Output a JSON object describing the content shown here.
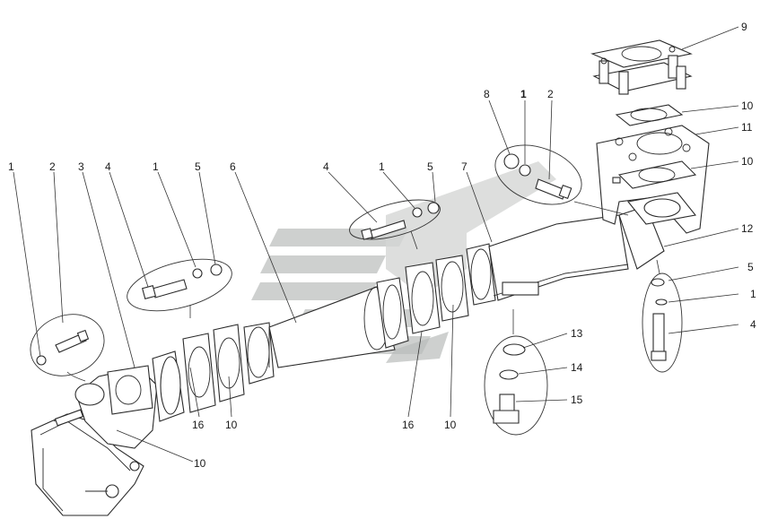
{
  "figure": {
    "callouts": [
      {
        "id": "c1a",
        "text": "1"
      },
      {
        "id": "c2a",
        "text": "2"
      },
      {
        "id": "c3",
        "text": "3"
      },
      {
        "id": "c4a",
        "text": "4"
      },
      {
        "id": "c1b",
        "text": "1"
      },
      {
        "id": "c5a",
        "text": "5"
      },
      {
        "id": "c6",
        "text": "6"
      },
      {
        "id": "c4b",
        "text": "4"
      },
      {
        "id": "c1c",
        "text": "1"
      },
      {
        "id": "c5b",
        "text": "5"
      },
      {
        "id": "c7",
        "text": "7"
      },
      {
        "id": "c8",
        "text": "8"
      },
      {
        "id": "c1d",
        "text": "1"
      },
      {
        "id": "c2b",
        "text": "2"
      },
      {
        "id": "c9",
        "text": "9"
      },
      {
        "id": "c10a",
        "text": "10"
      },
      {
        "id": "c11",
        "text": "11"
      },
      {
        "id": "c10b",
        "text": "10"
      },
      {
        "id": "c12",
        "text": "12"
      },
      {
        "id": "c5c",
        "text": "5"
      },
      {
        "id": "c1e",
        "text": "1"
      },
      {
        "id": "c4c",
        "text": "4"
      },
      {
        "id": "c13",
        "text": "13"
      },
      {
        "id": "c14",
        "text": "14"
      },
      {
        "id": "c15",
        "text": "15"
      },
      {
        "id": "c16a",
        "text": "16"
      },
      {
        "id": "c10c",
        "text": "10"
      },
      {
        "id": "c16b",
        "text": "16"
      },
      {
        "id": "c10d",
        "text": "10"
      },
      {
        "id": "c10e",
        "text": "10"
      }
    ]
  }
}
